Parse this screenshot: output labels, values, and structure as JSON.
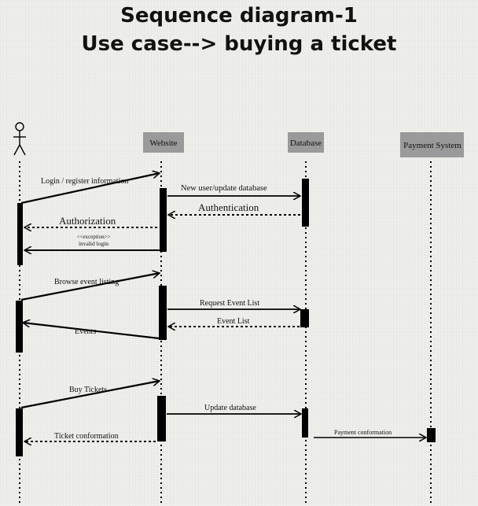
{
  "title": {
    "line1": "Sequence diagram-1",
    "line2": "Use case--> buying a ticket"
  },
  "participants": {
    "website": "Website",
    "database": "Database",
    "payment": "Payment System"
  },
  "messages": {
    "login": "Login / register information",
    "new_user": "New user/update database",
    "authentication": "Authentication",
    "authorization": "Authorization",
    "exception_stereotype": "<<exception>>",
    "invalid_login": "invalid login",
    "browse": "Browse event listing",
    "request_event": "Request Event List",
    "event_list": "Event List",
    "events": "Events",
    "buy": "Buy Tickets",
    "update_db": "Update database",
    "payment_conf": "Payment conformation",
    "ticket_conf": "Ticket conformation"
  },
  "colors": {
    "participant_box": "#9a9a9a",
    "line": "#000000",
    "background": "#efefec"
  },
  "icons": {
    "actor": "stick-figure-icon"
  }
}
